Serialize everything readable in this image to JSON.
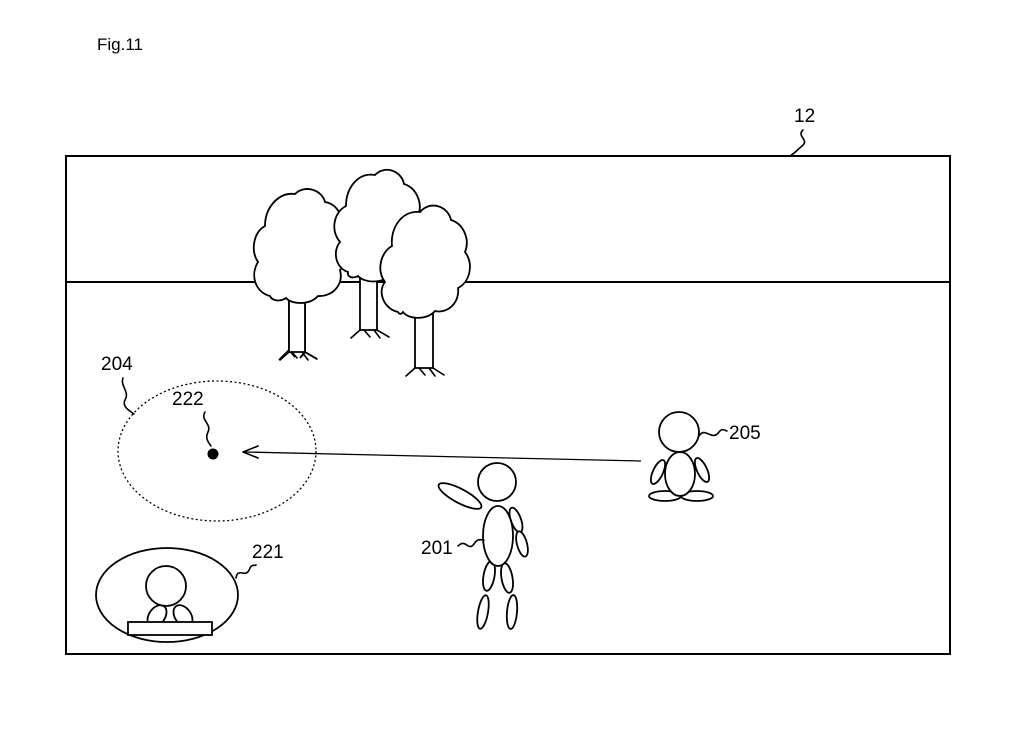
{
  "figure_label": "Fig.11",
  "labels": {
    "screen": "12",
    "player_character": "201",
    "target_range": "204",
    "other_character": "205",
    "mini_view": "221",
    "target_point": "222"
  }
}
